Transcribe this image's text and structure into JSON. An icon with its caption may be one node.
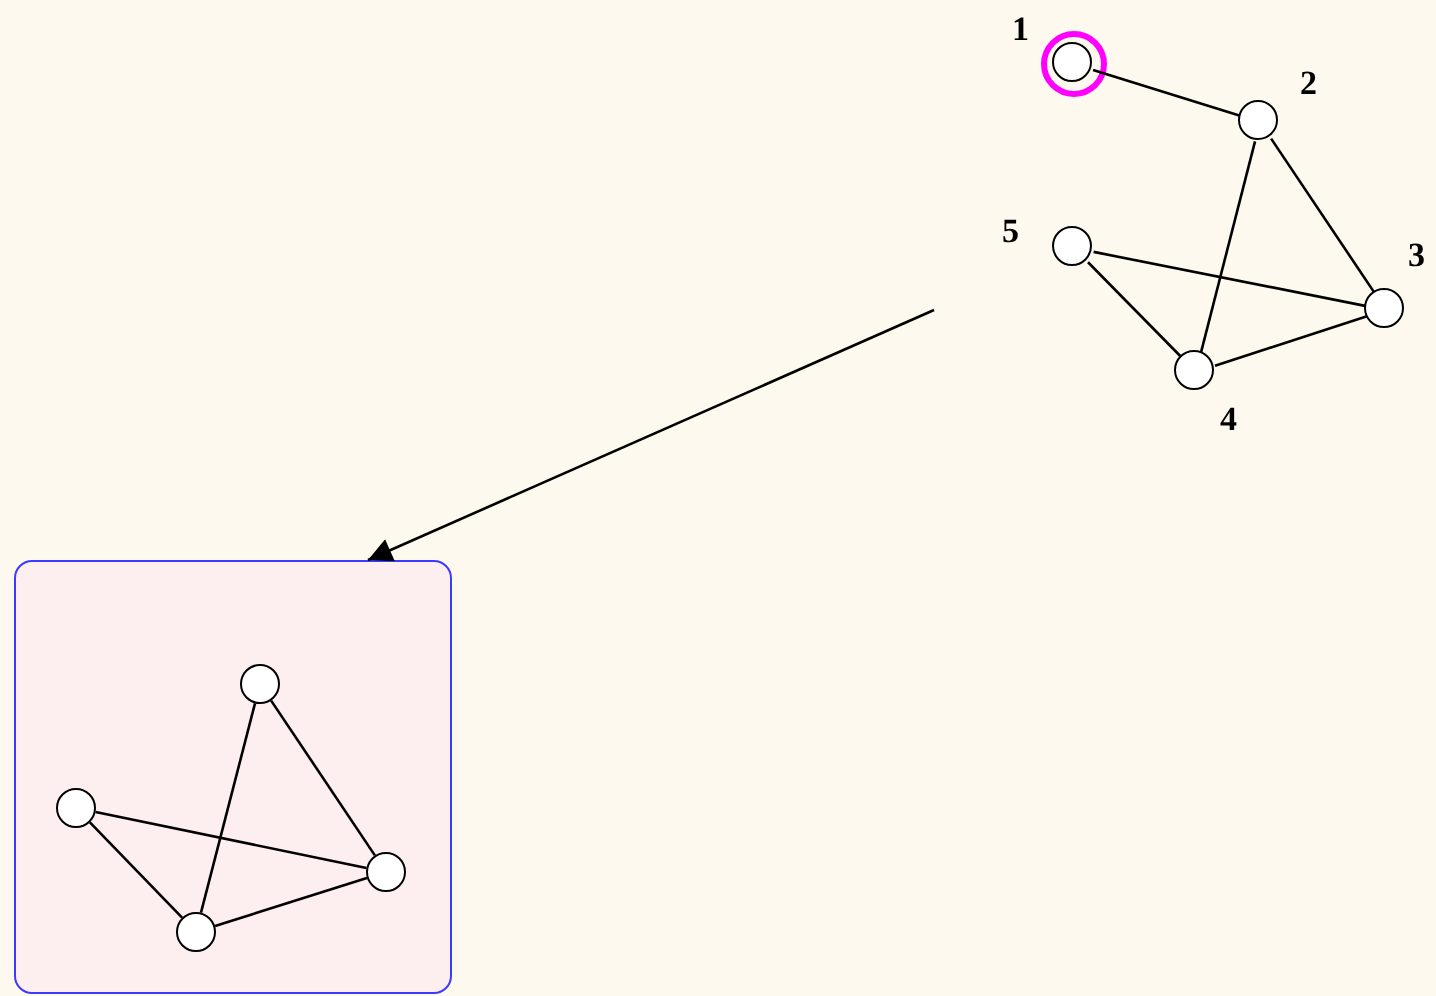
{
  "diagram": {
    "nodes": [
      {
        "text": [],
        "shape": "circle",
        "beside": [
          "1"
        ]
      },
      {
        "text": [],
        "shape": "circle",
        "beside": [
          "2"
        ]
      },
      {
        "text": [],
        "shape": "circle",
        "beside": [
          "3"
        ]
      },
      {
        "text": [],
        "shape": "circle",
        "beside": [
          "4"
        ]
      },
      {
        "text": [],
        "shape": "circle",
        "beside": [
          "5"
        ]
      },
      {
        "text": [],
        "shape": "box"
      },
      {
        "text": [],
        "shape": "circle",
        "in": 5
      },
      {
        "text": [],
        "shape": "circle",
        "in": 5
      },
      {
        "text": [],
        "shape": "circle",
        "in": 5
      },
      {
        "text": [],
        "shape": "circle",
        "in": 5
      }
    ],
    "edges": [
      {
        "from": 0,
        "to": 1,
        "arrow": "none"
      },
      {
        "from": 1,
        "to": 2,
        "arrow": "none"
      },
      {
        "from": 1,
        "to": 3,
        "arrow": "none"
      },
      {
        "from": 4,
        "to": 2,
        "arrow": "none"
      },
      {
        "from": 4,
        "to": 3,
        "arrow": "none"
      },
      {
        "from": 3,
        "to": 2,
        "arrow": "none"
      },
      {
        "from": null,
        "to": 5,
        "arrow": "to"
      },
      {
        "from": 6,
        "to": 9,
        "arrow": "none"
      },
      {
        "from": 6,
        "to": 8,
        "arrow": "none"
      },
      {
        "from": 7,
        "to": 8,
        "arrow": "none"
      },
      {
        "from": 7,
        "to": 9,
        "arrow": "none"
      },
      {
        "from": 9,
        "to": 8,
        "arrow": "none"
      }
    ]
  }
}
